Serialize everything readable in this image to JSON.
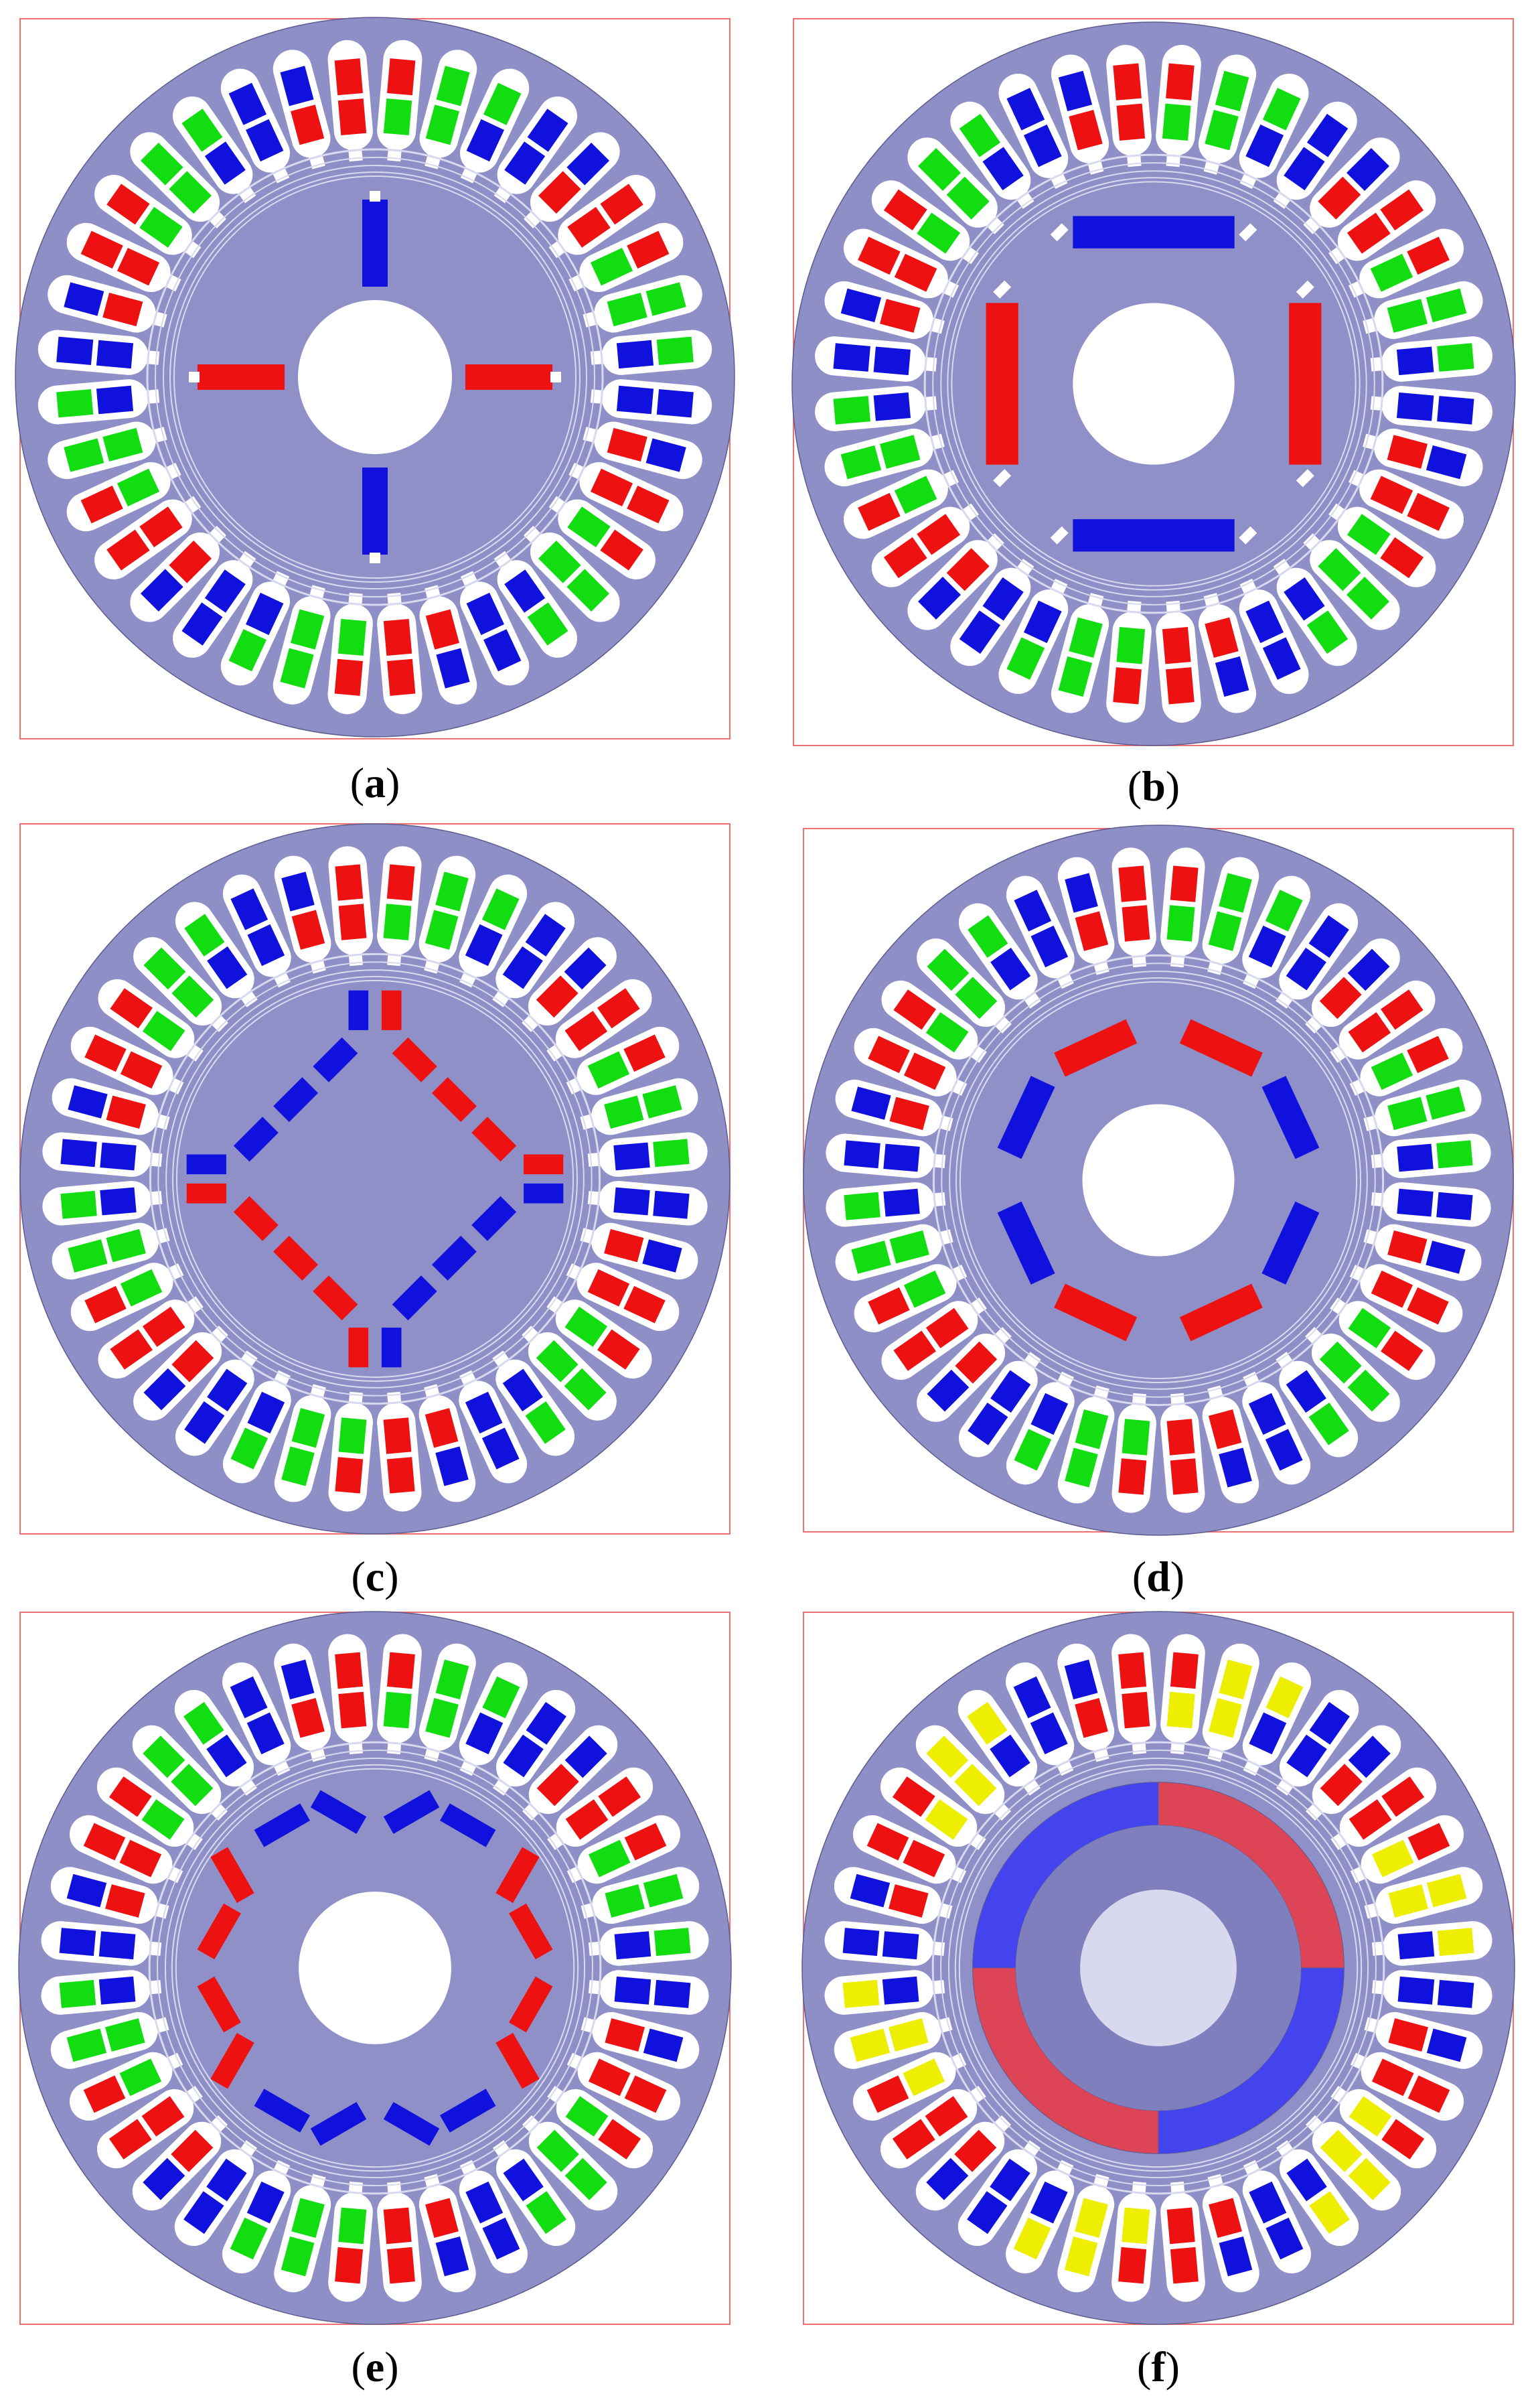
{
  "colors": {
    "frame": "#f07070",
    "stator": "#8f8fc8",
    "stator_edge": "#5c5c90",
    "rotor": "#9090c8",
    "air_gap_lines": "#d8d8ee",
    "slot": "#ffffff",
    "phase_a": "#ee1111",
    "phase_b": "#1111dd",
    "phase_c": "#11dd11",
    "phase_c_alt": "#eeee00",
    "magnet_red": "#ee1111",
    "magnet_blue": "#1111dd",
    "ring_red": "#dd4455",
    "ring_blue": "#4444ee",
    "inner_rotor_f": "#7f7fbd",
    "shaft_f": "#d8d8ee"
  },
  "panels": [
    {
      "key": "a",
      "label_open": "(",
      "label_letter": "a",
      "label_close": ")",
      "rotor_type": "spoke",
      "phase_c_color": "green"
    },
    {
      "key": "b",
      "label_open": "(",
      "label_letter": "b",
      "label_close": ")",
      "rotor_type": "tangential-bar",
      "phase_c_color": "green"
    },
    {
      "key": "c",
      "label_open": "(",
      "label_letter": "c",
      "label_close": ")",
      "rotor_type": "segmented-diamond",
      "phase_c_color": "green"
    },
    {
      "key": "d",
      "label_open": "(",
      "label_letter": "d",
      "label_close": ")",
      "rotor_type": "v-shape",
      "phase_c_color": "green"
    },
    {
      "key": "e",
      "label_open": "(",
      "label_letter": "e",
      "label_close": ")",
      "rotor_type": "w-shape",
      "phase_c_color": "green"
    },
    {
      "key": "f",
      "label_open": "(",
      "label_letter": "f",
      "label_close": ")",
      "rotor_type": "surface-ring",
      "phase_c_color": "yellow"
    }
  ],
  "stator_slots": 36,
  "winding_pattern_clockwise_from_top": [
    "R",
    "R",
    "G",
    "G",
    "B",
    "B",
    "R",
    "R",
    "G",
    "G",
    "B",
    "B"
  ]
}
